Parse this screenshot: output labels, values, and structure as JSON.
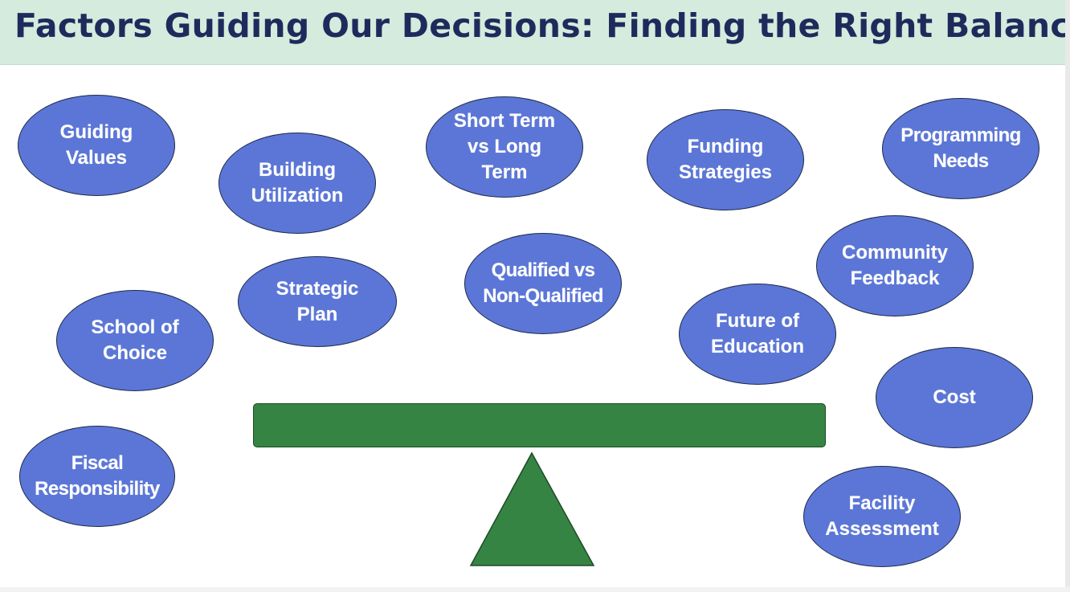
{
  "header": {
    "title": "Factors Guiding Our Decisions: Finding the Right Balance"
  },
  "factors": [
    {
      "label": "Guiding\nValues"
    },
    {
      "label": "Building\nUtilization"
    },
    {
      "label": "Short Term\nvs Long\nTerm"
    },
    {
      "label": "Funding\nStrategies"
    },
    {
      "label": "Programming\nNeeds"
    },
    {
      "label": "Community\nFeedback"
    },
    {
      "label": "Strategic\nPlan"
    },
    {
      "label": "Qualified vs\nNon-Qualified"
    },
    {
      "label": "Future of\nEducation"
    },
    {
      "label": "School of\nChoice"
    },
    {
      "label": "Cost"
    },
    {
      "label": "Fiscal\nResponsibility"
    },
    {
      "label": "Facility\nAssessment"
    }
  ],
  "colors": {
    "header_background": "#d5ebdd",
    "title_text": "#1d2b5c",
    "factor_fill": "#5b76d6",
    "factor_outline": "#1f2a4a",
    "balance_green": "#368443"
  }
}
